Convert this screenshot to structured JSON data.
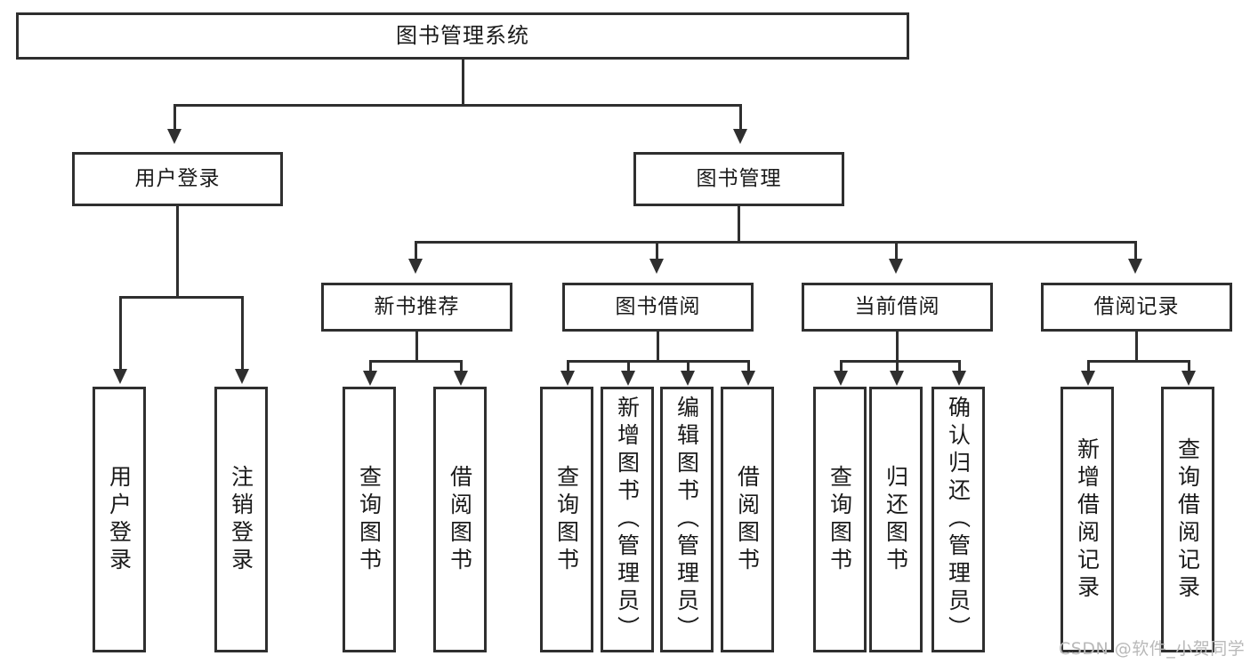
{
  "diagram": {
    "title": "图书管理系统",
    "type": "tree-hierarchy",
    "root": {
      "label": "图书管理系统"
    },
    "level1": [
      {
        "label": "用户登录"
      },
      {
        "label": "图书管理"
      }
    ],
    "level2": [
      {
        "label": "新书推荐",
        "parent": "图书管理"
      },
      {
        "label": "图书借阅",
        "parent": "图书管理"
      },
      {
        "label": "当前借阅",
        "parent": "图书管理"
      },
      {
        "label": "借阅记录",
        "parent": "图书管理"
      }
    ],
    "leaves": {
      "user_login": [
        {
          "label": "用户登录"
        },
        {
          "label": "注销登录"
        }
      ],
      "new_book": [
        {
          "label": "查询图书"
        },
        {
          "label": "借阅图书"
        }
      ],
      "book_borrow": [
        {
          "label": "查询图书"
        },
        {
          "label": "新增图书（管理员）"
        },
        {
          "label": "编辑图书（管理员）"
        },
        {
          "label": "借阅图书"
        }
      ],
      "current_borrow": [
        {
          "label": "查询图书"
        },
        {
          "label": "归还图书"
        },
        {
          "label": "确认归还（管理员）"
        }
      ],
      "borrow_record": [
        {
          "label": "新增借阅记录"
        },
        {
          "label": "查询借阅记录"
        }
      ]
    }
  },
  "watermark": {
    "text": "CSDN @软件_小贺同学"
  },
  "colors": {
    "stroke": "#2f2f2f",
    "background": "#ffffff",
    "text": "#1a1a1a",
    "watermark": "#b9b9b9"
  }
}
